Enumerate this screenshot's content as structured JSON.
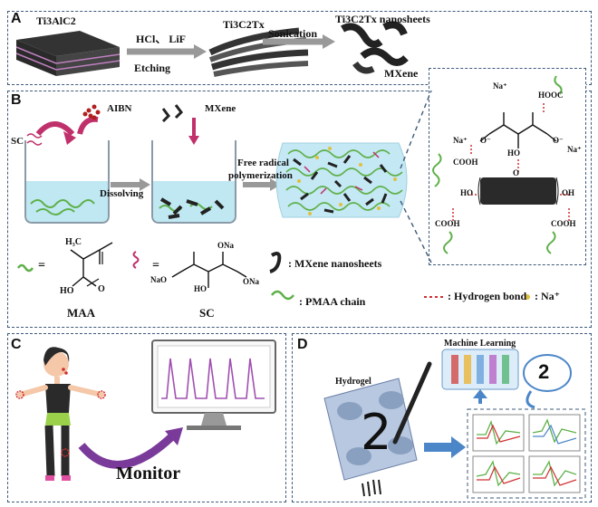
{
  "panel_a": {
    "label": "A",
    "start": "Ti3AlC2",
    "reagents": "HCl、 LiF",
    "etching": "Etching",
    "intermediate": "Ti3C2Tx",
    "sonication": "Sonication",
    "product": "Ti3C2Tx  nanosheets",
    "mxene": "MXene"
  },
  "panel_b": {
    "label": "B",
    "aibn": "AIBN",
    "mxene": "MXene",
    "sc": "SC",
    "dissolving": "Dissolving",
    "polymerization": [
      "Free radical",
      "polymerization"
    ],
    "structure": {
      "na_top": "Na⁺",
      "hooc": "HOOC",
      "na_left": "Na⁺",
      "o_minus_left": "O⁻",
      "o_minus_right": "O⁻",
      "na_right": "Na⁺",
      "cooh_left": "COOH",
      "ho": "HO",
      "ho2": "HO",
      "oh": "OH",
      "cooh_bottom_left": "COOH",
      "cooh_bottom_right": "COOH",
      "o": "O"
    },
    "maa_h3c": "H₃C",
    "maa_name": "MAA",
    "sc_name": "SC",
    "sc_ona_top": "ONa",
    "sc_nao": "NaO",
    "sc_ona_right": "ONa",
    "sc_ho": "HO",
    "equals": "=",
    "legend_mxene": ": MXene nanosheets",
    "legend_pmaa": ": PMAA chain",
    "legend_hbond": ": Hydrogen bond",
    "legend_na": ": Na⁺",
    "o_label": "O"
  },
  "panel_c": {
    "label": "C",
    "monitor": "Monitor"
  },
  "panel_d": {
    "label": "D",
    "ml": "Machine Learning",
    "hydrogel": "Hydrogel",
    "digit": "2",
    "result": "2"
  },
  "colors": {
    "border": "#3e5a7a",
    "chain": "#5fb04a",
    "mxene": "#222222",
    "arrow_pink": "#c0306a",
    "hbond": "#d03030",
    "na": "#e0c040",
    "liquid": "#bfe8f2",
    "gel": "#a8dcec",
    "arrow_blue": "#4a86c8"
  }
}
